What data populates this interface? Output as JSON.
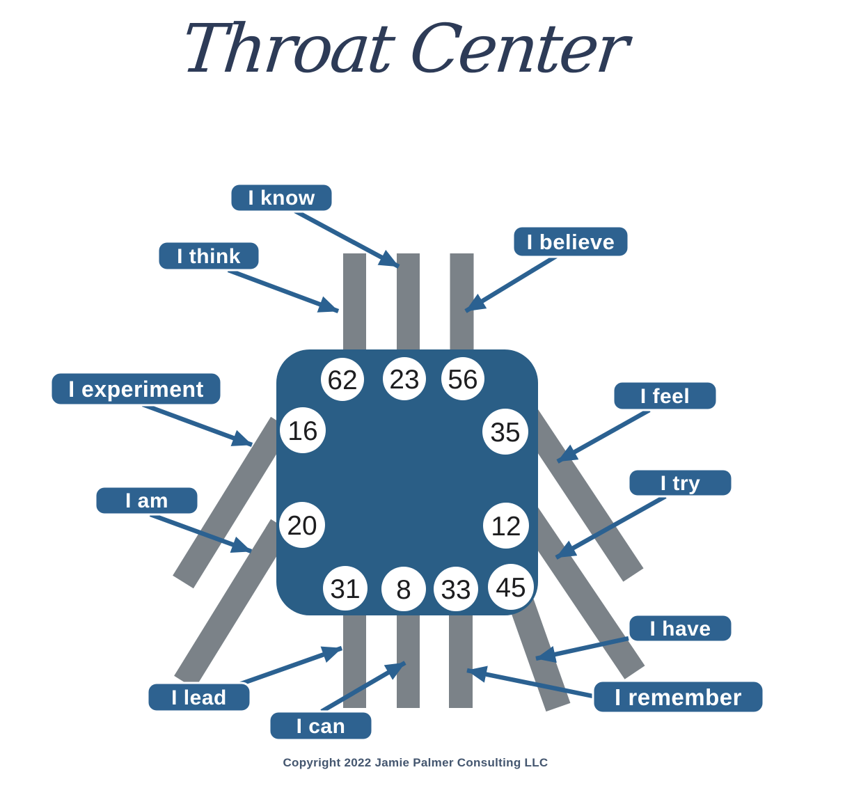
{
  "title": "Throat Center",
  "copyright": "Copyright 2022 Jamie Palmer Consulting LLC",
  "center": {
    "name": "Throat Center",
    "gates": [
      "62",
      "23",
      "56",
      "16",
      "35",
      "20",
      "12",
      "31",
      "8",
      "33",
      "45"
    ]
  },
  "labels": [
    "I know",
    "I think",
    "I believe",
    "I experiment",
    "I feel",
    "I try",
    "I am",
    "I lead",
    "I can",
    "I have",
    "I remember"
  ],
  "colors": {
    "center_square": "#2a5e86",
    "label_box": "#2e6290",
    "channel_gray": "#7b8288",
    "arrow_blue": "#2b6191",
    "title_navy": "#2d3b57",
    "copyright_color": "#44566f",
    "gate_number": "#1d1d1f",
    "label_text": "#ffffff",
    "background": "#ffffff"
  }
}
